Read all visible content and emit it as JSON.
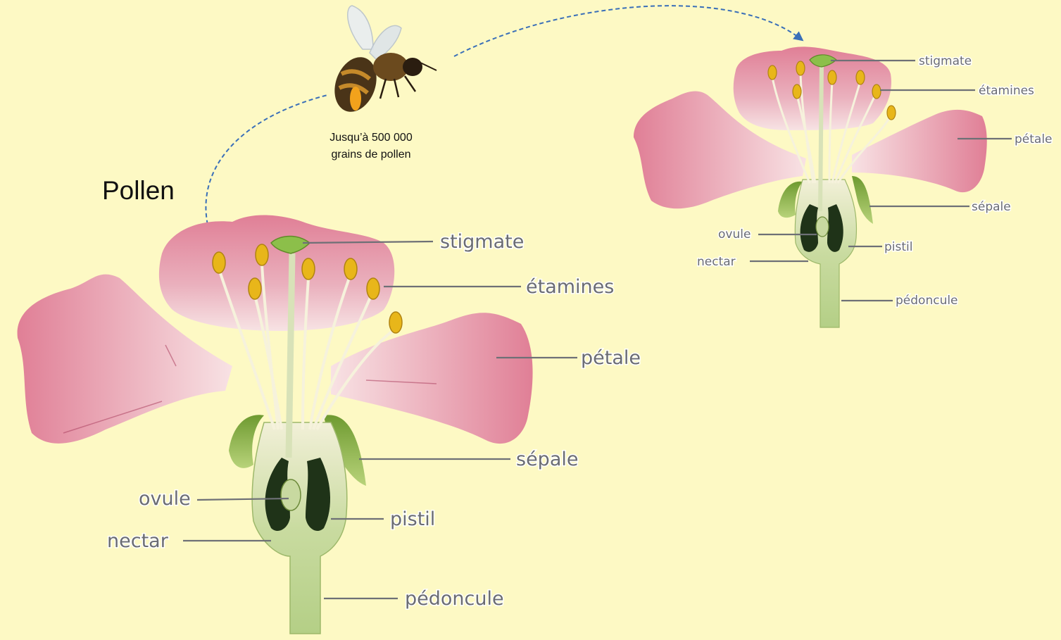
{
  "pollen_label": "Pollen",
  "bee_caption": {
    "line1": "Jusqu’à 500 000",
    "line2": "grains de pollen"
  },
  "flower_large": {
    "labels": {
      "stigmate": "stigmate",
      "etamines": "étamines",
      "petale": "pétale",
      "sepale": "sépale",
      "ovule": "ovule",
      "pistil": "pistil",
      "nectar": "nectar",
      "pedoncule": "pédoncule"
    }
  },
  "flower_small": {
    "labels": {
      "stigmate": "stigmate",
      "etamines": "étamines",
      "petale": "pétale",
      "sepale": "sépale",
      "ovule": "ovule",
      "pistil": "pistil",
      "nectar": "nectar",
      "pedoncule": "pédoncule"
    }
  },
  "colors": {
    "background": "#fdf9c4",
    "petal": "#e28a9e",
    "arrow": "#3a6fb8",
    "anther": "#e8b61a",
    "sepal": "#7aa43a",
    "pollen_dot": "#f2a21c"
  }
}
